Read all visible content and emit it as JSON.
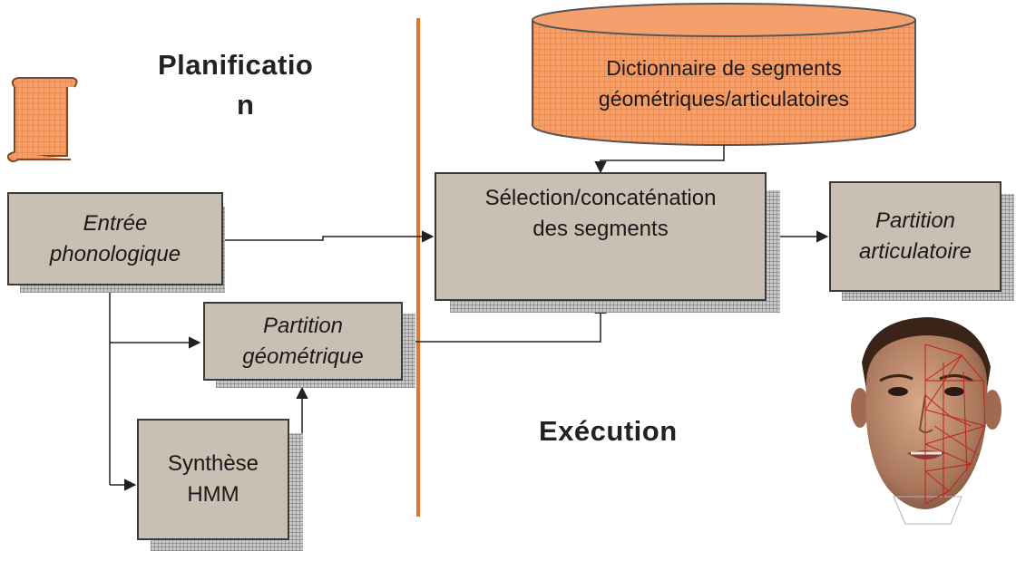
{
  "headings": {
    "planning_line1": "Planificatio",
    "planning_line2": "n",
    "execution": "Exécution"
  },
  "boxes": {
    "phonological_input": [
      "Entrée",
      "phonologique"
    ],
    "geometric_score": [
      "Partition",
      "géométrique"
    ],
    "hmm_synthesis": [
      "Synthèse",
      "HMM"
    ],
    "selection": [
      "Sélection/concaténation",
      "des segments"
    ],
    "articulatory_score": [
      "Partition",
      "articulatoire"
    ]
  },
  "database": {
    "label": [
      "Dictionnaire de segments",
      "géométriques/articulatoires"
    ]
  },
  "colors": {
    "divider": "#e8732a",
    "box_fill": "#c9bfb2",
    "orange_fill": "#f5a06c"
  }
}
